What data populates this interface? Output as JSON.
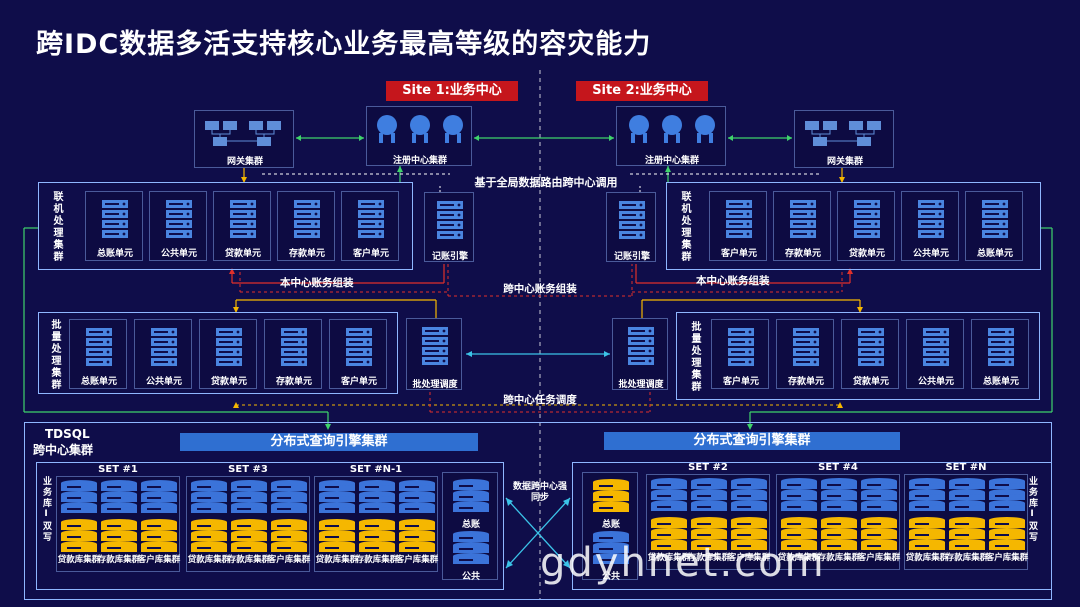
{
  "title": "跨IDC数据多活支持核心业务最高等级的容灾能力",
  "site1": "Site 1:业务中心",
  "site2": "Site 2:业务中心",
  "gateway_cluster": "网关集群",
  "registry_cluster": "注册中心集群",
  "global_routing": "基于全局数据路由跨中心调用",
  "online_cluster": "联机处理集群",
  "batch_cluster": "批量处理集群",
  "left_units": [
    "总账单元",
    "公共单元",
    "贷款单元",
    "存款单元",
    "客户单元"
  ],
  "right_units": [
    "客户单元",
    "存款单元",
    "贷款单元",
    "公共单元",
    "总账单元"
  ],
  "accounting_engine": "记账引擎",
  "batch_scheduler": "批处理调度",
  "local_assembly": "本中心账务组装",
  "cross_assembly": "跨中心账务组装",
  "cross_task": "跨中心任务调度",
  "tdsql": "TDSQL",
  "tdsql_sub": "跨中心集群",
  "query_engine": "分布式查询引擎集群",
  "biz_db_rw": "业务库I双写",
  "sets_left": [
    "SET #1",
    "SET #3",
    "SET #N-1"
  ],
  "sets_right": [
    "SET #2",
    "SET #4",
    "SET #N"
  ],
  "db_labels": [
    "贷款库集群",
    "存款库集群",
    "客户库集群"
  ],
  "ledger": "总账",
  "public": "公共",
  "sync_label": "数据跨中心强同步",
  "watermark": "gdyhnet.com",
  "colors": {
    "background": "#0f0d4a",
    "badge": "#c5161c",
    "banner": "#2f6fd1",
    "green": "#3fd36b",
    "yellow": "#f5b700",
    "blue_db": "#3b73d9"
  }
}
